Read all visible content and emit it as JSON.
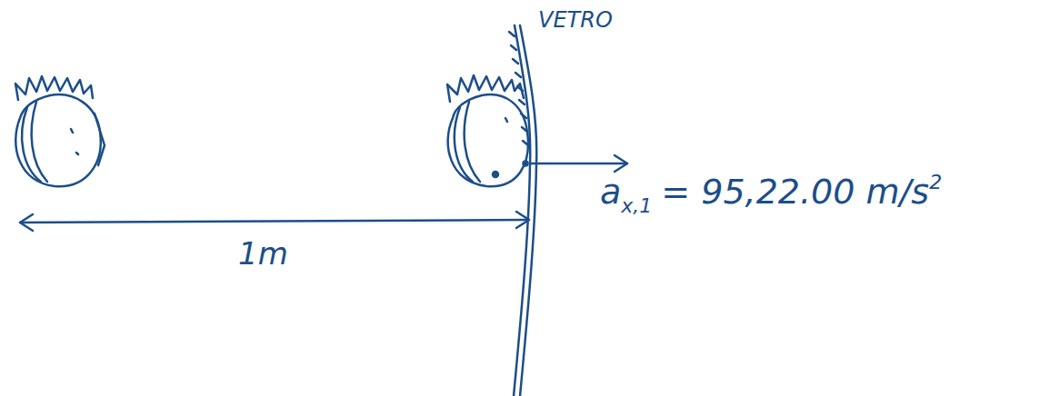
{
  "diagram": {
    "labels": [
      "VETRO",
      "1m",
      "a",
      "x,1",
      "= 95,22.00 m/s",
      "2"
    ]
  }
}
